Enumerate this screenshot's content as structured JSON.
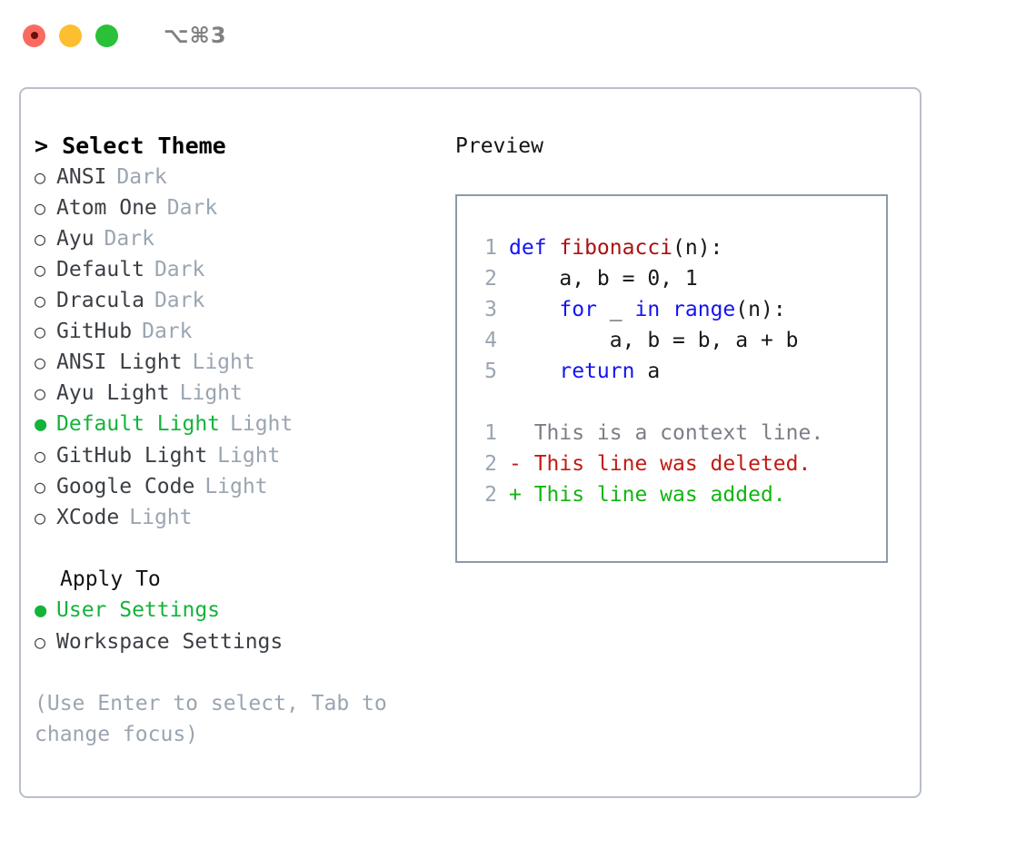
{
  "titlebar": {
    "shortcut": "⌥⌘3",
    "lights": [
      {
        "name": "close",
        "color": "#fb6a60"
      },
      {
        "name": "minimize",
        "color": "#fdbe2f"
      },
      {
        "name": "zoom",
        "color": "#2ac037"
      }
    ]
  },
  "theme_panel": {
    "heading": "> Select Theme",
    "items": [
      {
        "bullet": "○",
        "label": "ANSI",
        "tag": "Dark",
        "selected": false
      },
      {
        "bullet": "○",
        "label": "Atom One",
        "tag": "Dark",
        "selected": false
      },
      {
        "bullet": "○",
        "label": "Ayu",
        "tag": "Dark",
        "selected": false
      },
      {
        "bullet": "○",
        "label": "Default",
        "tag": "Dark",
        "selected": false
      },
      {
        "bullet": "○",
        "label": "Dracula",
        "tag": "Dark",
        "selected": false
      },
      {
        "bullet": "○",
        "label": "GitHub",
        "tag": "Dark",
        "selected": false
      },
      {
        "bullet": "○",
        "label": "ANSI Light",
        "tag": "Light",
        "selected": false
      },
      {
        "bullet": "○",
        "label": "Ayu Light",
        "tag": "Light",
        "selected": false
      },
      {
        "bullet": "●",
        "label": "Default Light",
        "tag": "Light",
        "selected": true
      },
      {
        "bullet": "○",
        "label": "GitHub Light",
        "tag": "Light",
        "selected": false
      },
      {
        "bullet": "○",
        "label": "Google Code",
        "tag": "Light",
        "selected": false
      },
      {
        "bullet": "○",
        "label": "XCode",
        "tag": "Light",
        "selected": false
      }
    ]
  },
  "apply_to": {
    "heading": "Apply To",
    "items": [
      {
        "bullet": "●",
        "label": "User Settings",
        "selected": true
      },
      {
        "bullet": "○",
        "label": "Workspace Settings",
        "selected": false
      }
    ]
  },
  "hint": "(Use Enter to select, Tab to change focus)",
  "preview": {
    "heading": "Preview",
    "code_lines": [
      {
        "lineno": "1",
        "tokens": [
          {
            "text": "def ",
            "kind": "kw"
          },
          {
            "text": "fibonacci",
            "kind": "fn"
          },
          {
            "text": "(n):",
            "kind": "plain"
          }
        ]
      },
      {
        "lineno": "2",
        "tokens": [
          {
            "text": "    a, b = 0, 1",
            "kind": "plain"
          }
        ]
      },
      {
        "lineno": "3",
        "tokens": [
          {
            "text": "    ",
            "kind": "plain"
          },
          {
            "text": "for",
            "kind": "kw"
          },
          {
            "text": " _ ",
            "kind": "plain"
          },
          {
            "text": "in",
            "kind": "kw"
          },
          {
            "text": " ",
            "kind": "plain"
          },
          {
            "text": "range",
            "kind": "kw"
          },
          {
            "text": "(n):",
            "kind": "plain"
          }
        ]
      },
      {
        "lineno": "4",
        "tokens": [
          {
            "text": "        a, b = b, a + b",
            "kind": "plain"
          }
        ]
      },
      {
        "lineno": "5",
        "tokens": [
          {
            "text": "    ",
            "kind": "plain"
          },
          {
            "text": "return",
            "kind": "kw"
          },
          {
            "text": " a",
            "kind": "plain"
          }
        ]
      }
    ],
    "diff_lines": [
      {
        "lineno": "1",
        "marker": " ",
        "text": "  This is a context line.",
        "kind": "ctx"
      },
      {
        "lineno": "2",
        "marker": "-",
        "text": "- This line was deleted.",
        "kind": "del"
      },
      {
        "lineno": "2",
        "marker": "+",
        "text": "+ This line was added.",
        "kind": "add"
      }
    ]
  },
  "colors": {
    "accent_green": "#14b33a",
    "muted": "#9aa5b1",
    "keyword_blue": "#1414f0",
    "function_red": "#aa1111",
    "diff_deleted": "#c21a12",
    "diff_added": "#12b512",
    "border": "#b9bfc9",
    "preview_border": "#8b9aab"
  }
}
